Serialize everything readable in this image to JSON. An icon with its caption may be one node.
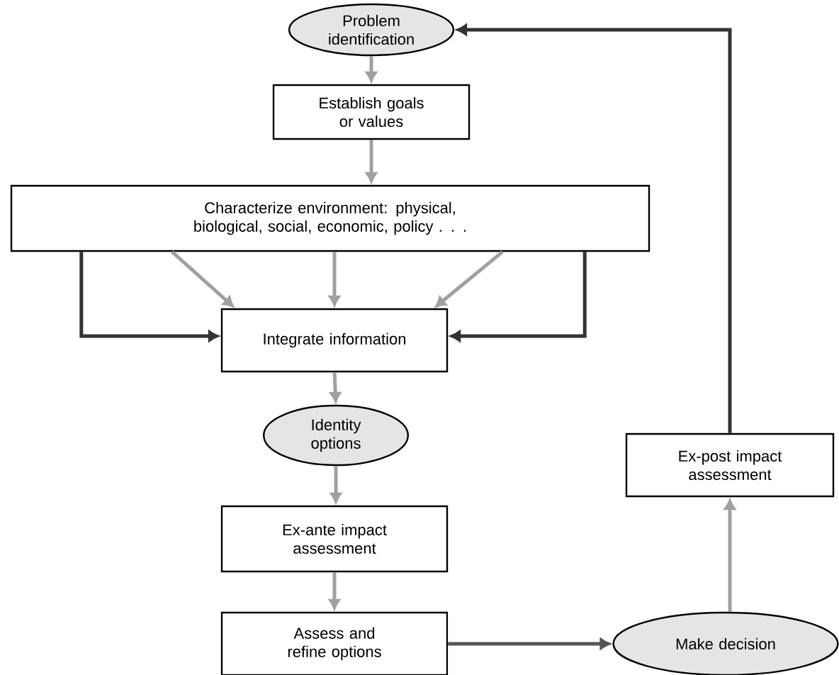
{
  "diagram": {
    "nodes": [
      {
        "text": [
          "Problem identification"
        ]
      },
      {
        "text": [
          "Establish goals or values"
        ]
      },
      {
        "text": [
          "Characterize environment: physical, biological, social, economic, policy . . ."
        ]
      },
      {
        "text": [
          "Integrate information"
        ]
      },
      {
        "text": [
          "Identity options"
        ]
      },
      {
        "text": [
          "Ex-ante impact assessment"
        ]
      },
      {
        "text": [
          "Assess and refine options"
        ]
      },
      {
        "text": [
          "Make decision"
        ]
      },
      {
        "text": [
          "Ex-post impact assessment"
        ]
      }
    ],
    "edges": [
      {
        "from": 0,
        "to": 1,
        "arrow": "to"
      },
      {
        "from": 1,
        "to": 2,
        "arrow": "to"
      },
      {
        "from": 2,
        "to": 3,
        "arrow": "to"
      },
      {
        "from": 2,
        "to": 3,
        "arrow": "to",
        "color": "#333333"
      },
      {
        "from": 2,
        "to": 3,
        "arrow": "to",
        "color": "#333333"
      },
      {
        "from": 2,
        "to": 3,
        "arrow": "to"
      },
      {
        "from": 2,
        "to": 3,
        "arrow": "to"
      },
      {
        "from": 3,
        "to": 4,
        "arrow": "to"
      },
      {
        "from": 4,
        "to": 5,
        "arrow": "to"
      },
      {
        "from": 5,
        "to": 6,
        "arrow": "to"
      },
      {
        "from": 6,
        "to": 7,
        "arrow": "to",
        "color": "#555555"
      },
      {
        "from": 7,
        "to": 8,
        "arrow": "to"
      },
      {
        "from": 8,
        "to": 0,
        "arrow": "to",
        "color": "#333333"
      }
    ]
  }
}
